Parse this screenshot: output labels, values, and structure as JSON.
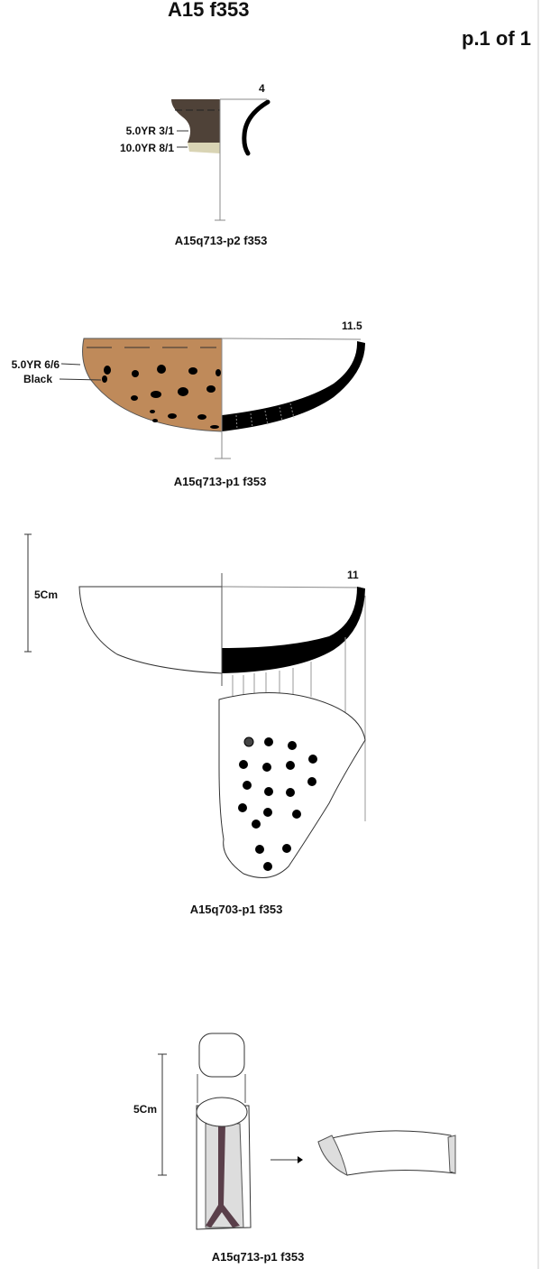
{
  "header": {
    "title": "A15 f353",
    "page": "p.1 of 1"
  },
  "colors": {
    "dark_brown": "#4f4238",
    "beige": "#d9d4b4",
    "brown": "#bf8a5a",
    "black": "#000000"
  },
  "figures": [
    {
      "caption": "A15q713-p2 f353",
      "diameter": "4",
      "labels": [
        "5.0YR 3/1",
        "10.0YR 8/1"
      ]
    },
    {
      "caption": "A15q713-p1 f353",
      "diameter": "11.5",
      "labels": [
        "5.0YR 6/6",
        "Black"
      ]
    },
    {
      "caption": "A15q703-p1 f353",
      "diameter": "11",
      "scale": "5Cm"
    },
    {
      "caption": "A15q713-p1 f353",
      "scale": "5Cm"
    }
  ]
}
